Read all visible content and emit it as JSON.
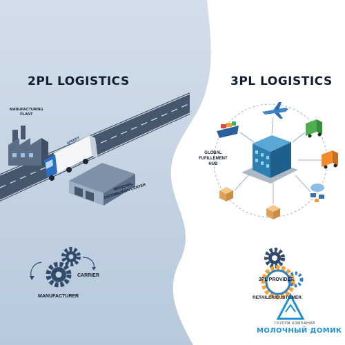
{
  "left": {
    "title": "2PL LOGISTICS",
    "plant_label_1": "MANUFACTURING",
    "plant_label_2": "PLANT",
    "truck_brand": "SPEEDY",
    "warehouse_label_1": "REGIONAL",
    "warehouse_label_2": "DISTRIBUTION CENTER",
    "carrier_label": "CARRIER",
    "manufacturer_label": "MANUFACTURER"
  },
  "right": {
    "title": "3PL LOGISTICS",
    "hub_label_1": "GLOBAL",
    "hub_label_2": "FUFILLEMENT",
    "hub_label_3": "HUB",
    "provider_label": "3PL PROVIDER",
    "retailer_label": "RETAILER/CUSTOMER"
  },
  "logo": {
    "tagline": "ГРУППА КОМПАНИЙ",
    "name": "МОЛОЧНЫЙ ДОМИК"
  },
  "colors": {
    "left_bg": "#c3d3e3",
    "road": "#46576d",
    "gear_dark": "#314a6b",
    "gear_orange": "#f2a334",
    "gear_blue": "#2f7fc4",
    "logo_blue": "#1f8fd6"
  }
}
